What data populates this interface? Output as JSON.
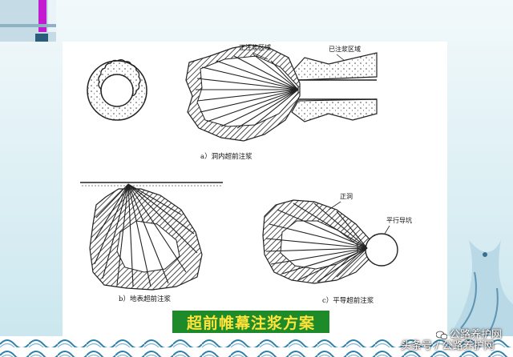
{
  "labels": {
    "injected_zone": "正注浆区域",
    "grouted_zone": "已注浆区域",
    "caption_a": "a）洞内超前注浆",
    "caption_b": "b）地表超前注浆",
    "main_tunnel": "正洞",
    "parallel_pilot": "平行导坑",
    "caption_c": "c）平导超前注浆"
  },
  "title": "超前帷幕注浆方案",
  "watermark": {
    "line1": "公路养护网",
    "line2": "头条号 / 公路养护网"
  },
  "colors": {
    "title_bg": "#1d8b2a",
    "title_text": "#ffe23a",
    "ink": "#1a1a1a",
    "accent_bar": "#c21bd0"
  }
}
